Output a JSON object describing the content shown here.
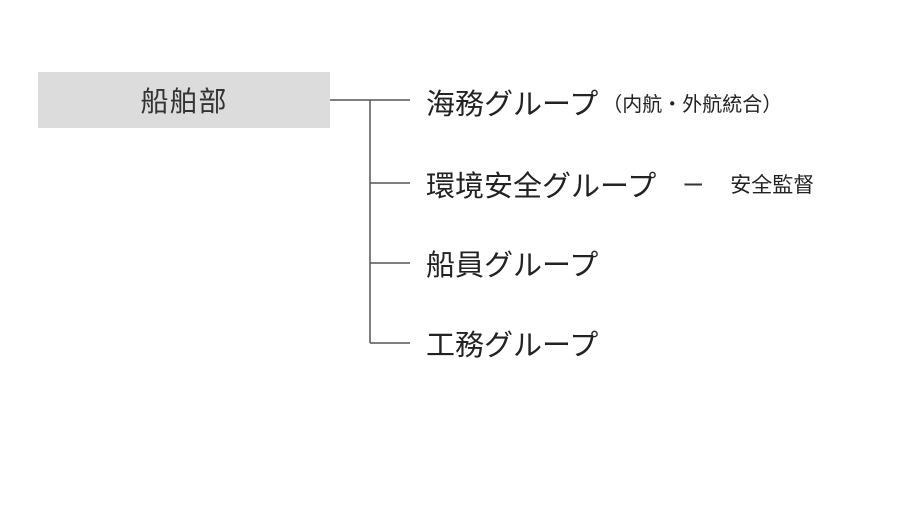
{
  "root": {
    "label": "船舶部"
  },
  "groups": [
    {
      "label": "海務グループ",
      "note": "（内航・外航統合）"
    },
    {
      "label": "環境安全グループ",
      "dash": "ー",
      "sub": "安全監督"
    },
    {
      "label": "船員グループ"
    },
    {
      "label": "工務グループ"
    }
  ],
  "colors": {
    "root_box": "#dcdcdc",
    "connector": "#555555",
    "text": "#222222"
  }
}
